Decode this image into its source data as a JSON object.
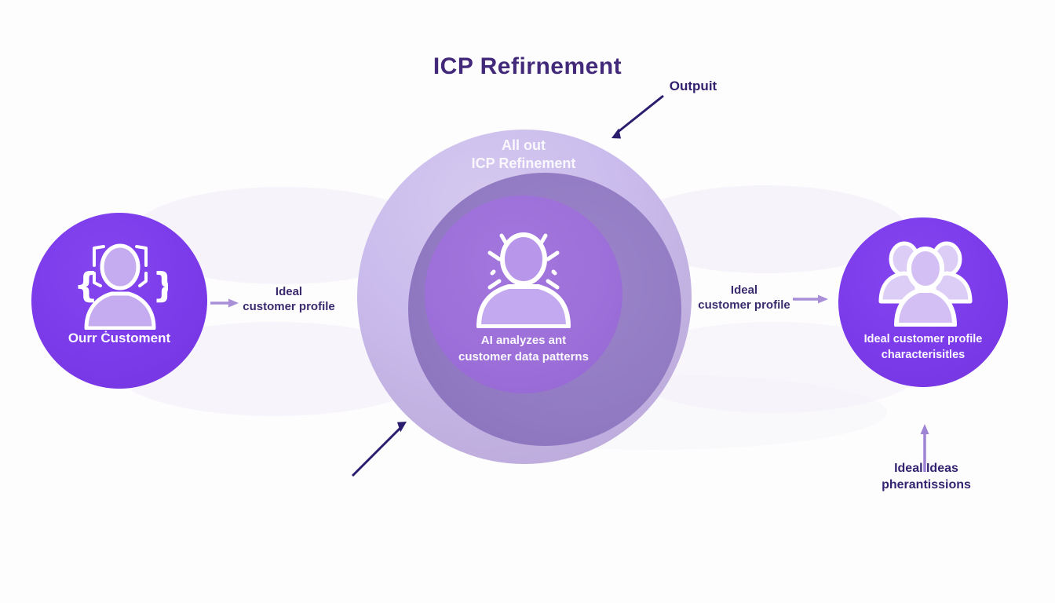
{
  "title": "ICP Refirnement",
  "output_annotation": {
    "label": "Outpuit"
  },
  "left_node": {
    "label": "Ourr Ċustoment",
    "icon": "face-scan-icon"
  },
  "flow_left": {
    "line1": "Ideal",
    "line2": "customer profile"
  },
  "center_node": {
    "heading_line1": "All out",
    "heading_line2": "ICP Refinement",
    "icon": "insight-person-icon",
    "caption_line1": "AI analyzes ant",
    "caption_line2": "customer data patterns"
  },
  "flow_right": {
    "line1": "Ideal",
    "line2": "customer profile"
  },
  "right_node": {
    "label_line1": "Ideal customer profile",
    "label_line2": "characterisitles",
    "icon": "people-group-icon"
  },
  "bottom_annotation": {
    "line1": "Ideal Ideas",
    "line2": "pherantissions"
  },
  "colors": {
    "node_purple": "#7c3bea",
    "inner_purple": "#9d6fd9",
    "overlay_mauve": "#8d75c0",
    "light_lavender": "#c6b5e6",
    "dark_arrow": "#2b1d6e",
    "light_arrow": "#a88fd8",
    "title_purple": "#43297a"
  }
}
